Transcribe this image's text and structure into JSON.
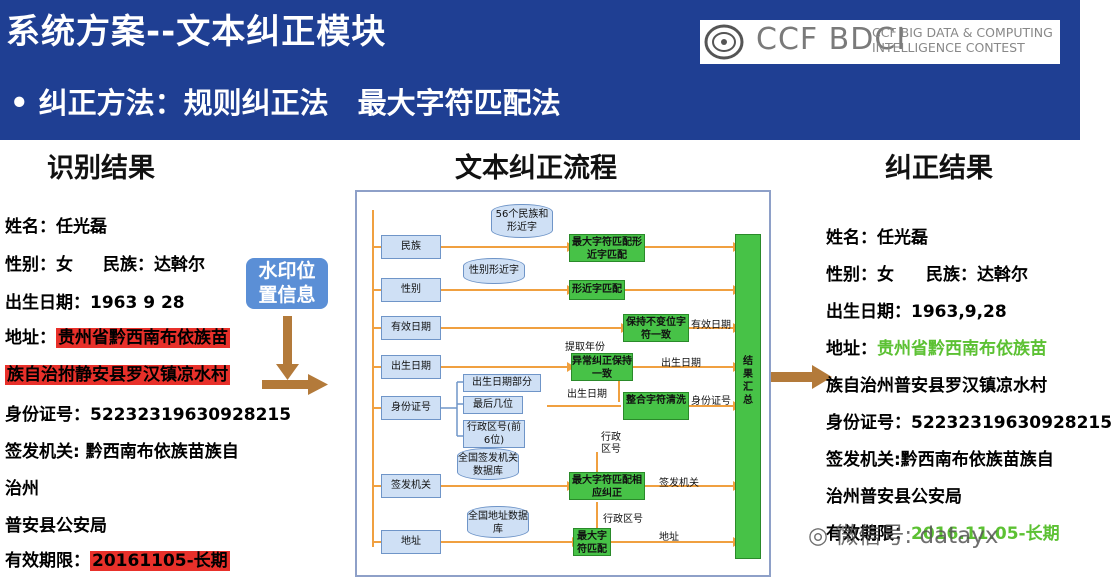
{
  "header": {
    "title": "系统方案--文本纠正模块",
    "bullet": "• 纠正方法：规则纠正法　最大字符匹配法",
    "logo_main": "CCF BDCI",
    "logo_sub_1": "CCF BIG DATA & COMPUTING",
    "logo_sub_2": "INTELLIGENCE CONTEST"
  },
  "columns": {
    "recognized": "识别结果",
    "flow": "文本纠正流程",
    "corrected": "纠正结果"
  },
  "recognized": {
    "name": "姓名：任光磊",
    "gender": "性别：女",
    "nation": "民族：达斡尔",
    "birth": "出生日期：1963  9  28",
    "address_label": "地址：",
    "address_1": "贵州省黔西南布依族苗",
    "address_2": "族自治拊静安县罗汉镇凉水村",
    "id": "身份证号：52232319630928215",
    "issuer_1": "签发机关: 黔西南布依族苗族自",
    "issuer_2": "治州",
    "issuer_3": "普安县公安局",
    "valid_label": "有效期限：",
    "valid_value": "20161105-长期"
  },
  "watermark_badge": "水印位置信息",
  "corrected": {
    "name": "姓名：任光磊",
    "gender": "性别：女",
    "nation": "民族：达斡尔",
    "birth": "出生日期：1963,9,28",
    "address_label": "地址：",
    "address_1": "贵州省黔西南布依族苗",
    "address_2": "族自治州普安县罗汉镇凉水村",
    "id": "身份证号：52232319630928215",
    "issuer_1": "签发机关:黔西南布依族苗族自",
    "issuer_2": "治州普安县公安局",
    "valid_label": "有效期限：",
    "valid_value": "2016.11.05-长期"
  },
  "flow": {
    "inputs": [
      "民族",
      "性别",
      "有效日期",
      "出生日期",
      "身份证号",
      "签发机关",
      "地址"
    ],
    "databases": [
      "56个民族和形近字",
      "性别形近字",
      "全国签发机关数据库",
      "全国地址数据库"
    ],
    "sub": [
      "出生日期部分",
      "最后几位",
      "行政区号(前6位)"
    ],
    "processes": [
      "最大字符匹配形近字匹配",
      "形近字匹配",
      "保持不变位字符一致",
      "异常纠正保持一致",
      "整合字符清洗",
      "最大字符匹配相应纠正",
      "最大字符匹配"
    ],
    "labels": [
      "有效日期",
      "提取年份",
      "出生日期",
      "出生日期",
      "身份证号",
      "行政区号",
      "签发机关",
      "行政区号",
      "地址"
    ],
    "summary": "结果汇总"
  },
  "footer_watermark": "微信号: datayx",
  "colors": {
    "header": "#1f3f93",
    "highlight_red": "#e8302a",
    "highlight_green": "#5cc133",
    "process_green": "#47c247",
    "input_blue": "#cfe0f5",
    "arrow": "#f0a040"
  }
}
